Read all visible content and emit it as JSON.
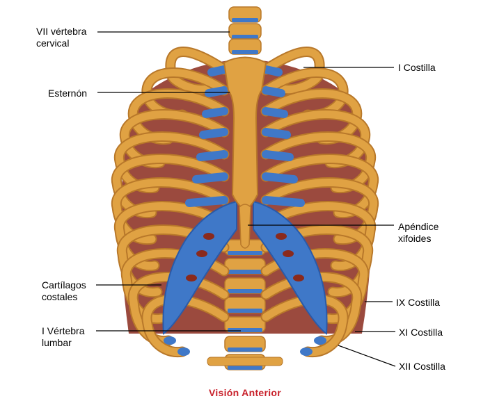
{
  "labels": {
    "cervical_vertebra": {
      "line1": "VII vértebra",
      "line2": "cervical"
    },
    "sternum": "Esternón",
    "first_rib": "I Costilla",
    "xiphoid": {
      "line1": "Apéndice",
      "line2": "xifoides"
    },
    "costal_cartilages": {
      "line1": "Cartílagos",
      "line2": "costales"
    },
    "lumbar_vertebra": {
      "line1": "I Vértebra",
      "line2": "lumbar"
    },
    "ninth_rib": "IX Costilla",
    "eleventh_rib": "XI Costilla",
    "twelfth_rib": "XII Costilla"
  },
  "caption": "Visión Anterior",
  "colors": {
    "bone": "#e0a243",
    "bone_dark": "#b8782a",
    "cartilage": "#3f78c8",
    "cartilage_dark": "#2a5aa8",
    "interior": "#8a2a1c",
    "caption": "#c8202a",
    "leader": "#000000"
  }
}
